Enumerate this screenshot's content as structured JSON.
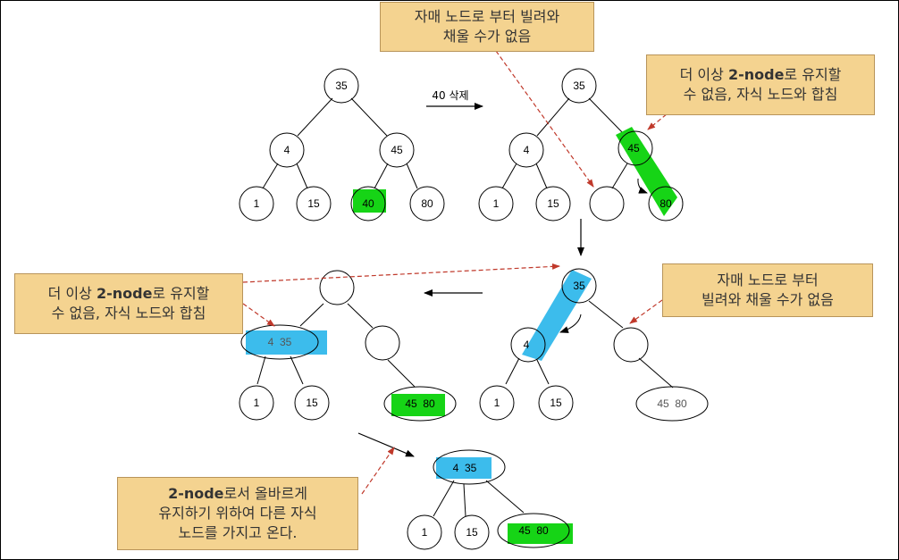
{
  "arrow_label": "40 삭제",
  "callouts": {
    "sibling_top": {
      "lines": [
        "자매 노드로 부터 빌려와",
        "채울 수가 없음"
      ]
    },
    "merge_top": {
      "lines_plain": [
        "더 이상 ",
        "로 유지할"
      ],
      "bold": "2-node",
      "line2": "수 없음, 자식 노드와 합침"
    },
    "merge_left": {
      "lines_plain": [
        "더 이상 ",
        "로 유지할"
      ],
      "bold": "2-node",
      "line2": "수 없음, 자식 노드와 합침"
    },
    "sibling_right": {
      "lines": [
        "자매 노드로 부터",
        "빌려와 채울 수가 없음"
      ]
    },
    "final_note": {
      "bold": "2-node",
      "line1_rest": "로서 올바르게",
      "line2": "유지하기 위하여 다른 자식",
      "line3": "노드를 가지고 온다."
    }
  },
  "trees": {
    "t1": {
      "root": "35",
      "left": "4",
      "right": "45",
      "ll": "1",
      "lr": "15",
      "rl": "40",
      "rr": "80"
    },
    "t2": {
      "root": "35",
      "left": "4",
      "right": "45",
      "ll": "1",
      "lr": "15",
      "rl": "",
      "rr": "80"
    },
    "t3": {
      "root": "35",
      "left": "4",
      "right": "",
      "ll": "1",
      "lr": "15",
      "rr": "45  80"
    },
    "t4": {
      "root": "",
      "left": "4  35",
      "right": "",
      "ll": "1",
      "lr": "15",
      "rr": "45  80"
    },
    "t5": {
      "root": "4  35",
      "ll": "1",
      "lm": "15",
      "rr": "45  80"
    }
  },
  "colors": {
    "green": "#16d416",
    "blue": "#3cbcec",
    "callout": "#f4d390",
    "dash": "#c0392b"
  }
}
